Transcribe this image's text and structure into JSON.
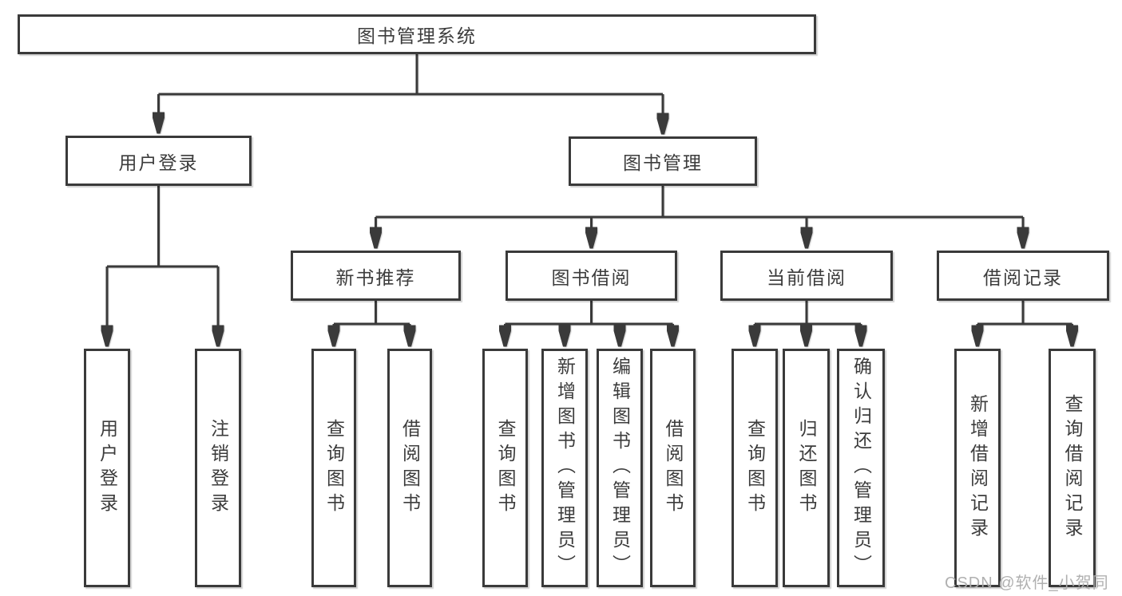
{
  "diagram": {
    "watermark": "CSDN @软件_小贺同学",
    "colors": {
      "line": "#3a3a3a",
      "text": "#3c3c3c",
      "box_background": "#ffffff",
      "page_background": "#ffffff",
      "watermark": "#acacac"
    },
    "nodes": {
      "root": "图书管理系统",
      "user_login": "用户登录",
      "book_management": "图书管理",
      "new_book_recommend": "新书推荐",
      "book_borrow": "图书借阅",
      "current_borrow": "当前借阅",
      "borrow_record": "借阅记录",
      "leaf_user_login": "用户登录",
      "leaf_logout_login": "注销登录",
      "leaf_query_book_recommend": "查询图书",
      "leaf_borrow_book_recommend": "借阅图书",
      "leaf_query_book_borrow": "查询图书",
      "leaf_add_book_admin": "新增图书（管理员）",
      "leaf_edit_book_admin": "编辑图书（管理员）",
      "leaf_borrow_book_borrow": "借阅图书",
      "leaf_query_book_current": "查询图书",
      "leaf_return_book": "归还图书",
      "leaf_confirm_return_admin": "确认归还（管理员）",
      "leaf_add_borrow_record": "新增借阅记录",
      "leaf_query_borrow_record": "查询借阅记录"
    }
  }
}
